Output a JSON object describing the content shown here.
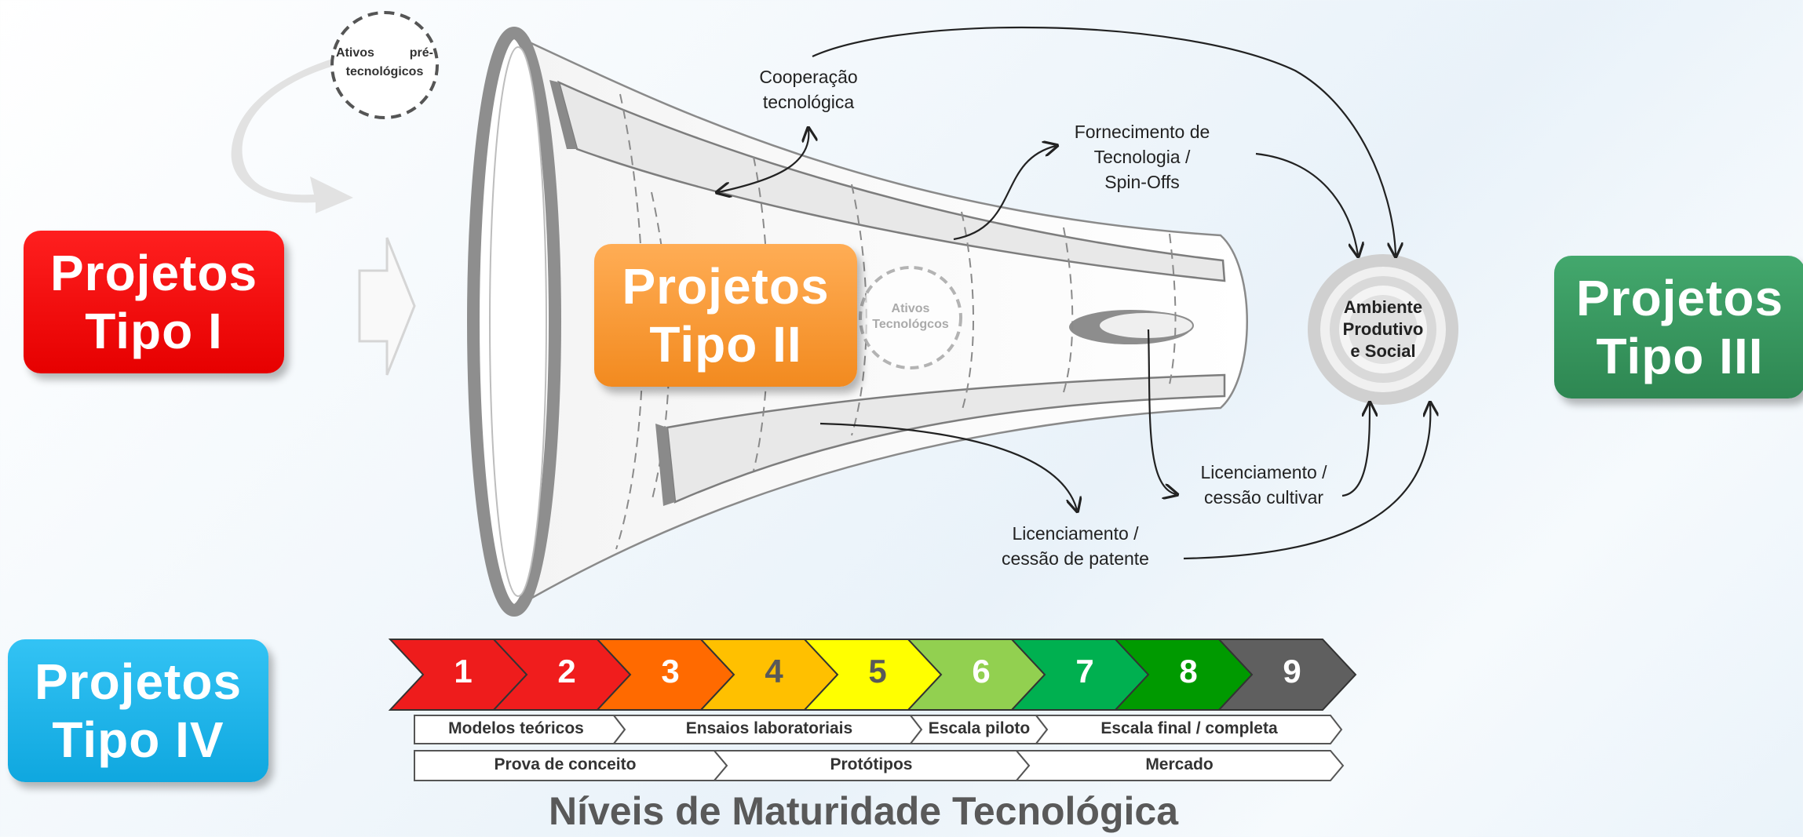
{
  "projects": {
    "tipo1": {
      "line1": "Projetos",
      "line2": "Tipo I"
    },
    "tipo2": {
      "line1": "Projetos",
      "line2": "Tipo II"
    },
    "tipo3": {
      "line1": "Projetos",
      "line2": "Tipo III"
    },
    "tipo4": {
      "line1": "Projetos",
      "line2": "Tipo IV"
    }
  },
  "assets": {
    "pre_tech_line1": "Ativos",
    "pre_tech_line1b": "pré-",
    "pre_tech_line2": "tecnológicos",
    "tech_line1": "Ativos",
    "tech_line2": "Tecnológcos"
  },
  "flows": {
    "cooperacao": {
      "line1": "Cooperação",
      "line2": "tecnológica"
    },
    "fornecimento": {
      "line1": "Fornecimento de",
      "line2": "Tecnologia /",
      "line3": "Spin-Offs"
    },
    "lic_cultivar": {
      "line1": "Licenciamento /",
      "line2": "cessão cultivar"
    },
    "lic_patente": {
      "line1": "Licenciamento /",
      "line2": "cessão de patente"
    }
  },
  "ambiente": {
    "line1": "Ambiente",
    "line2": "Produtivo",
    "line3": "e Social"
  },
  "maturity": {
    "title": "Níveis de Maturidade Tecnológica",
    "levels": [
      {
        "num": "1",
        "color": "#ee1c1c",
        "text": "#ffffff"
      },
      {
        "num": "2",
        "color": "#f01d1d",
        "text": "#ffffff"
      },
      {
        "num": "3",
        "color": "#ff6a00",
        "text": "#ffffff"
      },
      {
        "num": "4",
        "color": "#ffc000",
        "text": "#595959"
      },
      {
        "num": "5",
        "color": "#ffff00",
        "text": "#595959"
      },
      {
        "num": "6",
        "color": "#92d050",
        "text": "#ffffff"
      },
      {
        "num": "7",
        "color": "#00b050",
        "text": "#ffffff"
      },
      {
        "num": "8",
        "color": "#009a00",
        "text": "#ffffff"
      },
      {
        "num": "9",
        "color": "#5f5f5f",
        "text": "#ffffff"
      }
    ],
    "row1": [
      "Modelos teóricos",
      "Ensaios laboratoriais",
      "Escala piloto",
      "Escala final / completa"
    ],
    "row2": [
      "Prova de conceito",
      "Protótipos",
      "Mercado"
    ]
  }
}
